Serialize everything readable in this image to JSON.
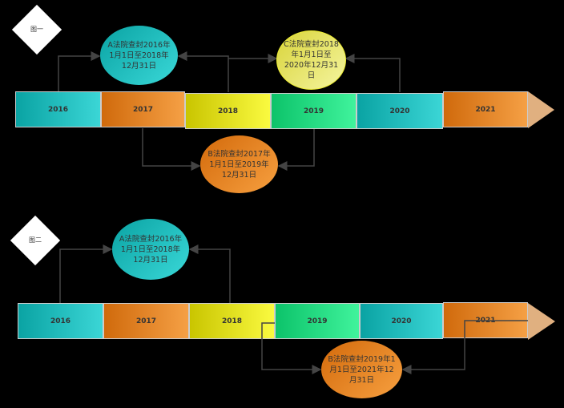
{
  "diagram1": {
    "label": "图一",
    "years": [
      "2016",
      "2017",
      "2018",
      "2019",
      "2020",
      "2021"
    ],
    "A": "A法院查封2016年1月1日至2018年12月31日",
    "B": "B法院查封2017年1月1日至2019年12月31日",
    "C": "C法院查封2018年1月1日至2020年12月31日"
  },
  "diagram2": {
    "label": "图二",
    "years": [
      "2016",
      "2017",
      "2018",
      "2019",
      "2020",
      "2021"
    ],
    "A": "A法院查封2016年1月1日至2018年12月31日",
    "B": "B法院查封2019年1月1日至2021年12月31日"
  }
}
